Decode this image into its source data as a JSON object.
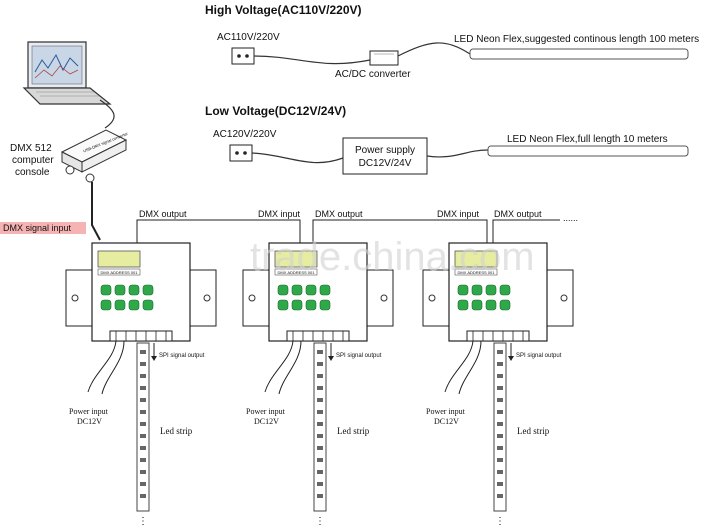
{
  "high_voltage": {
    "title": "High Voltage(AC110V/220V)",
    "ac_label": "AC110V/220V",
    "converter_label": "AC/DC converter",
    "flex_label": "LED Neon Flex,suggested continous length 100 meters"
  },
  "low_voltage": {
    "title": "Low Voltage(DC12V/24V)",
    "ac_label": "AC120V/220V",
    "supply_line1": "Power supply",
    "supply_line2": "DC12V/24V",
    "flex_label": "LED Neon Flex,full length 10 meters"
  },
  "console": {
    "line1": "DMX 512",
    "line2": "computer",
    "line3": "console",
    "converter_box_text": "USB-DMX signal converter"
  },
  "dmx_signal_input": "DMX signal input",
  "dmx_output": "DMX output",
  "dmx_input": "DMX input",
  "ellipsis": "......",
  "watermark": "trade.china.com",
  "controllers": [
    {
      "lcd": "DMX ADDRESS 001",
      "power_input": "Power input",
      "power_voltage": "DC12V",
      "spi_output": "SPI signal output",
      "led_strip": "Led strip",
      "strip_dots": "⋮"
    },
    {
      "lcd": "DMX ADDRESS 001",
      "power_input": "Power input",
      "power_voltage": "DC12V",
      "spi_output": "SPI signal output",
      "led_strip": "Led strip",
      "strip_dots": "⋮"
    },
    {
      "lcd": "DMX ADDRESS 001",
      "power_input": "Power input",
      "power_voltage": "DC12V",
      "spi_output": "SPI signal output",
      "led_strip": "Led strip",
      "strip_dots": "⋮"
    }
  ]
}
